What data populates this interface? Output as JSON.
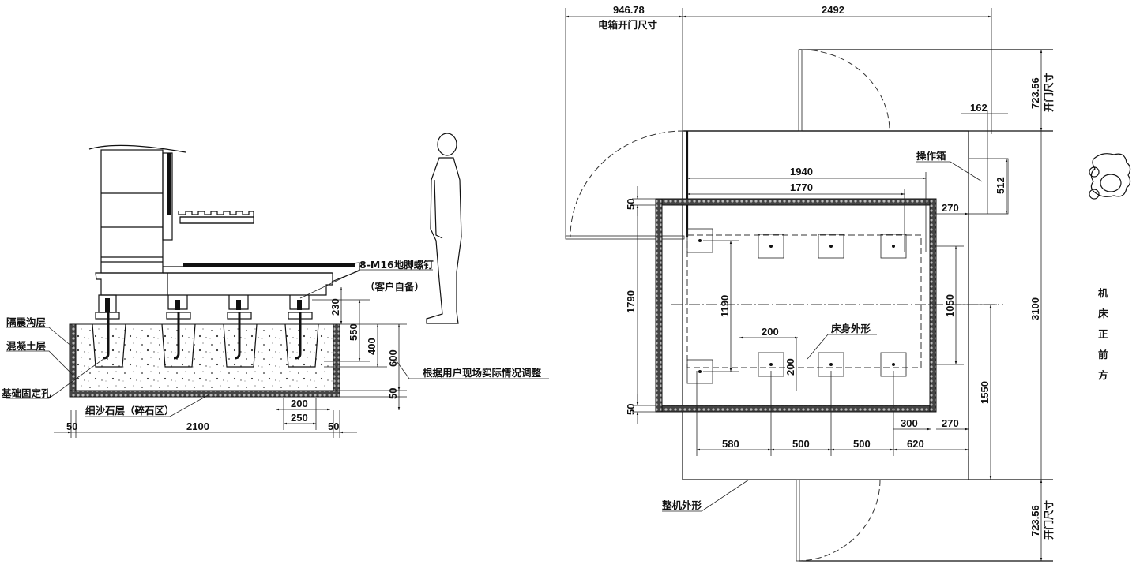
{
  "elevation": {
    "labels": {
      "isolation_trench": "隔震沟层",
      "concrete_layer": "混凝土层",
      "anchor_hole": "基础固定孔",
      "gravel_layer": "细沙石层（碎石区）",
      "anchor_bolts": "8-M16地脚螺钉",
      "anchor_bolts_note": "（客户自备）",
      "adjust_note": "根据用户现场实际情况调整"
    },
    "dimensions": {
      "left_wall": "50",
      "base_width": "2100",
      "right_wall": "50",
      "hole_inner": "200",
      "hole_outer": "250",
      "bolt_above": "230",
      "bolt_depth": "550",
      "hole_depth": "400",
      "slab_depth": "600",
      "gravel_depth": "50"
    }
  },
  "plan": {
    "labels": {
      "cabinet_door": "电箱开门尺寸",
      "door_clearance_top": "开门尺寸",
      "door_clearance_bottom": "开门尺寸",
      "operator_box": "操作箱",
      "bed_outline": "床身外形",
      "machine_outline": "整机外形",
      "machine_front": [
        "机",
        "床",
        "正",
        "前",
        "方"
      ]
    },
    "dimensions": {
      "cabinet_door_width": "946.78",
      "overall_width": "2492",
      "door_top": "723.56",
      "door_bottom": "723.56",
      "operator_box_offset": "162",
      "operator_box_height": "512",
      "outer_length": "1940",
      "inner_length": "1770",
      "wall_top": "50",
      "wall_bottom": "50",
      "foundation_depth": "1790",
      "bolt_row_span": "1190",
      "right_bolt_span": "1050",
      "right_offset_top": "270",
      "right_offset_bottom": "270",
      "pad_width": "200",
      "pad_height": "200",
      "center_to_front": "1550",
      "overall_depth": "3100",
      "spacing_1": "580",
      "spacing_2": "500",
      "spacing_3": "500",
      "spacing_4": "620",
      "spacing_sub": "300"
    }
  }
}
